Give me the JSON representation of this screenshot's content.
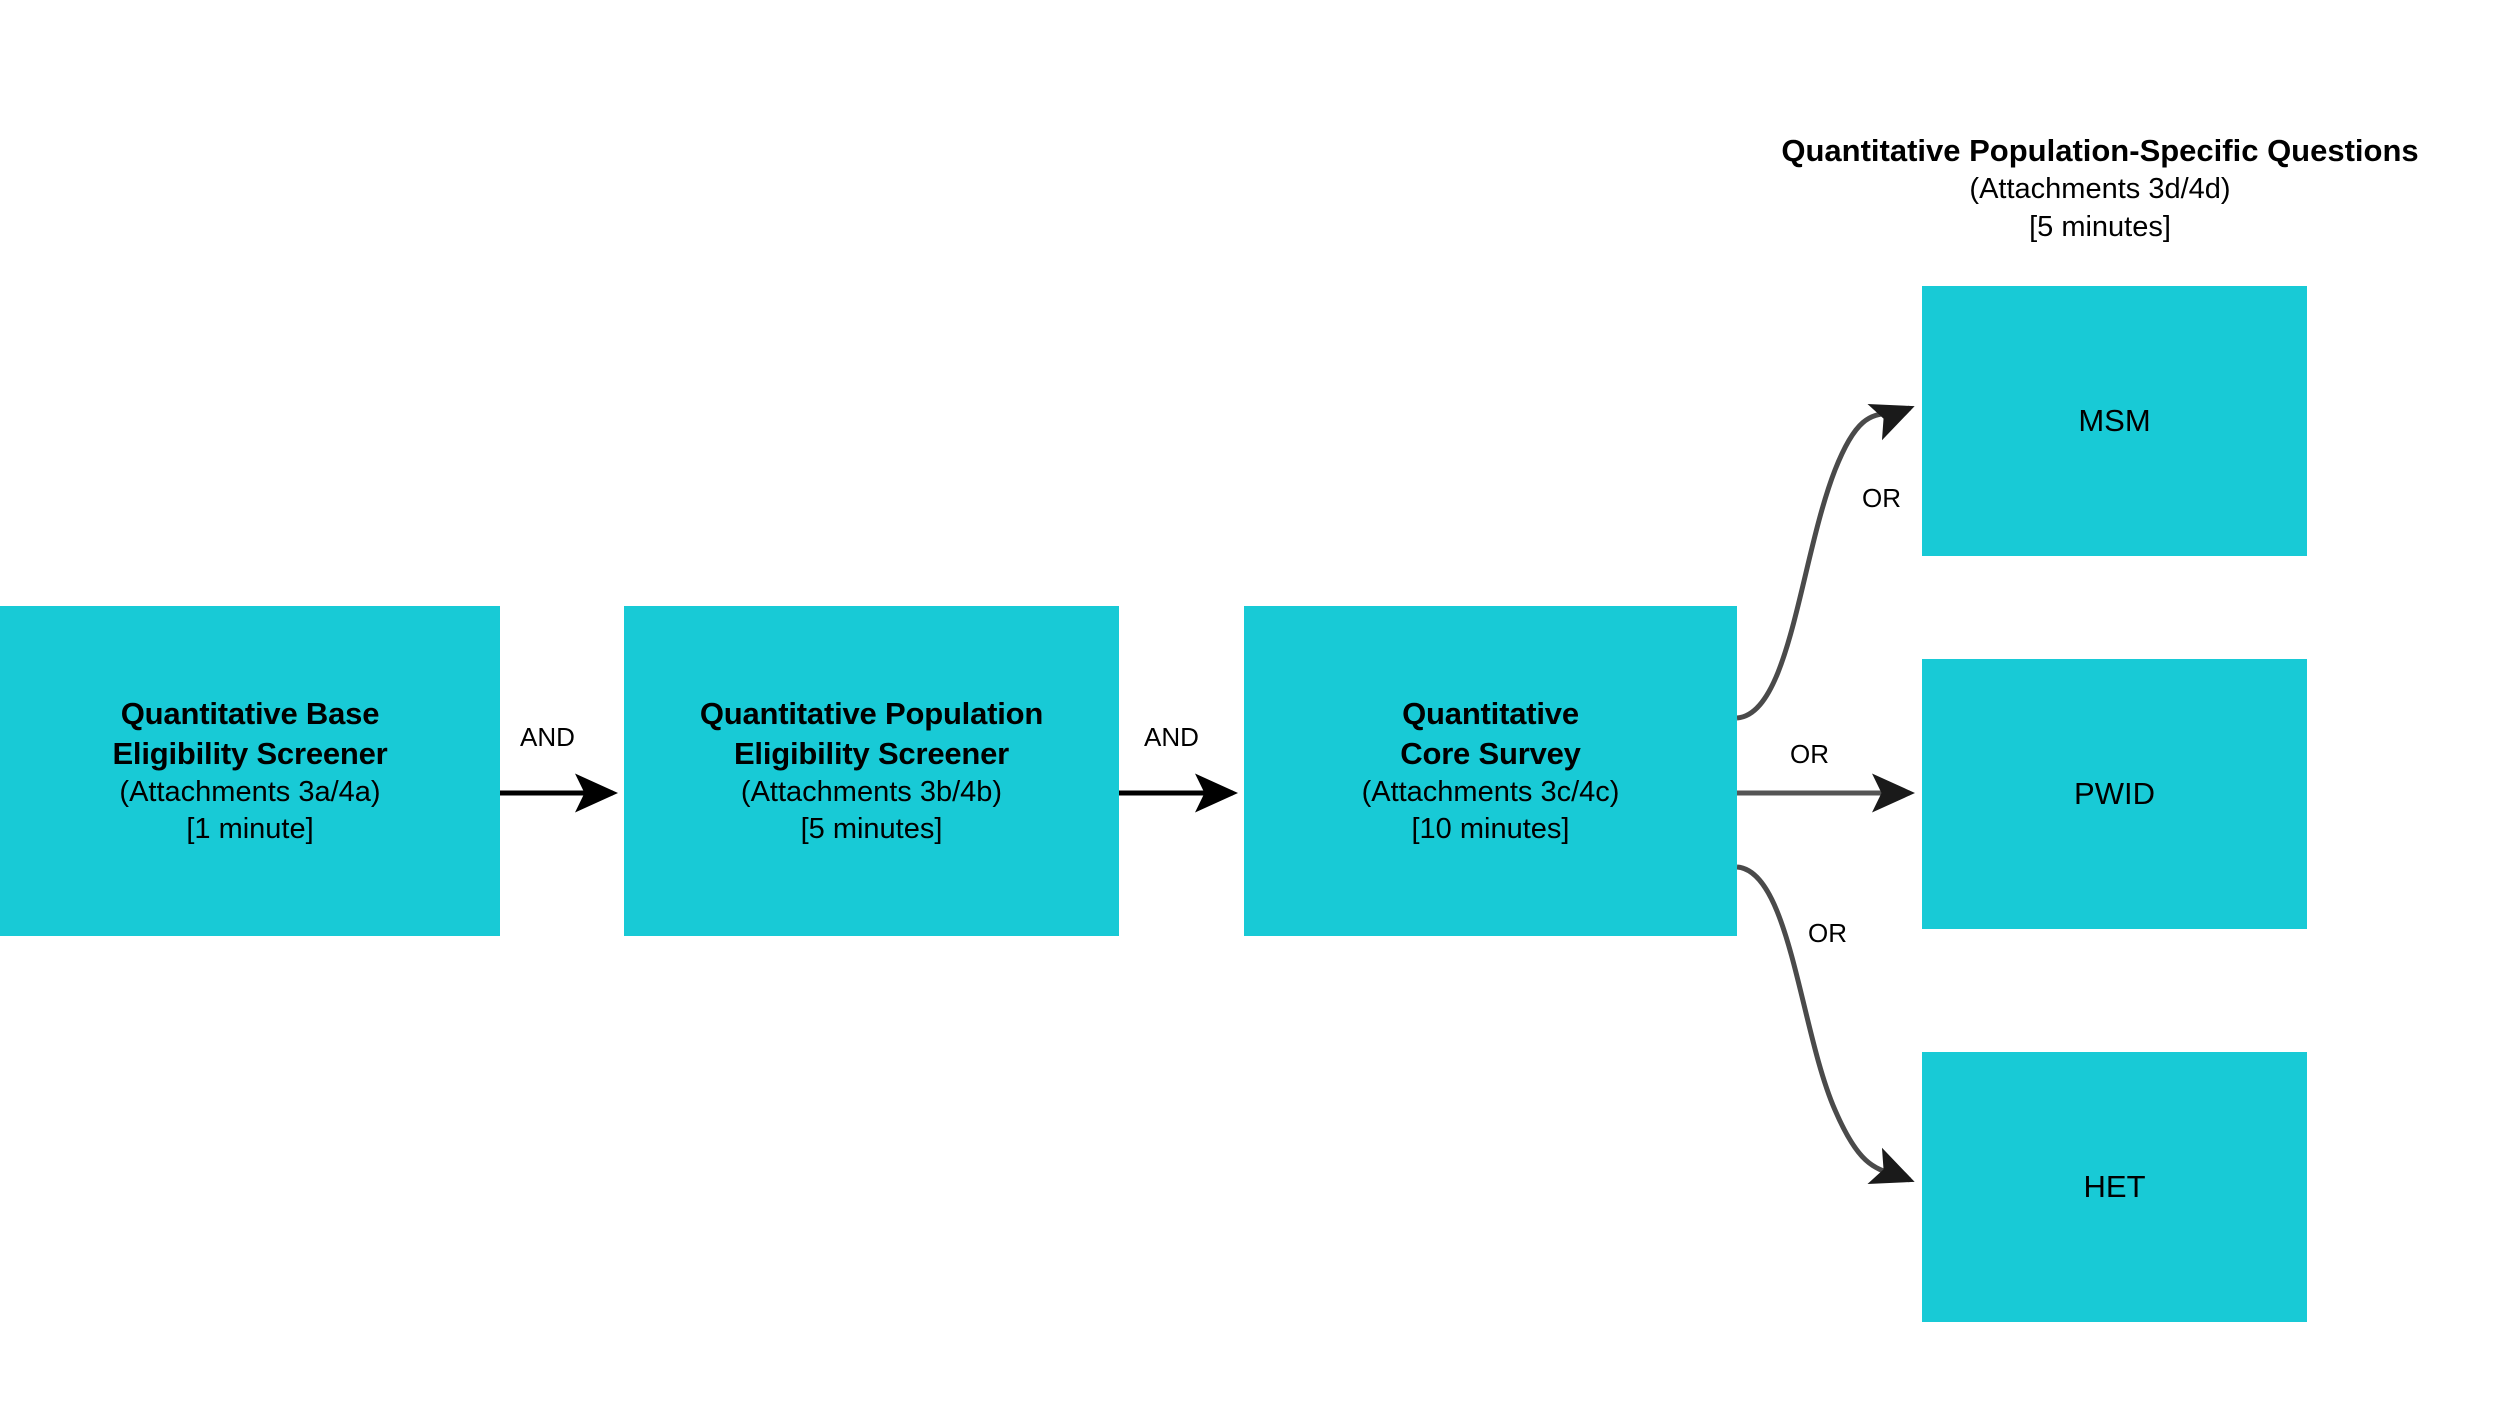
{
  "diagram": {
    "title_caption": {
      "line1": "Quantitative Population-Specific Questions",
      "line2": "(Attachments 3d/4d)",
      "line3": "[5 minutes]"
    },
    "colors": {
      "node_fill": "#18CAD6",
      "text": "#000000",
      "connector": "#000000",
      "connector_curve": "#404040",
      "background": "#FFFFFF"
    },
    "nodes": [
      {
        "id": "base-screener",
        "title_line1": "Quantitative Base",
        "title_line2": "Eligibility Screener",
        "attachments": "(Attachments 3a/4a)",
        "duration": "[1 minute]"
      },
      {
        "id": "population-screener",
        "title_line1": "Quantitative Population",
        "title_line2": "Eligibility Screener",
        "attachments": "(Attachments 3b/4b)",
        "duration": "[5 minutes]"
      },
      {
        "id": "core-survey",
        "title_line1": "Quantitative",
        "title_line2": "Core Survey",
        "attachments": "(Attachments 3c/4c)",
        "duration": "[10 minutes]"
      }
    ],
    "population_nodes": [
      {
        "id": "msm",
        "label": "MSM"
      },
      {
        "id": "pwid",
        "label": "PWID"
      },
      {
        "id": "het",
        "label": "HET"
      }
    ],
    "connectors": [
      {
        "id": "base-to-population",
        "label": "AND",
        "style": "straight"
      },
      {
        "id": "population-to-core",
        "label": "AND",
        "style": "straight"
      },
      {
        "id": "core-to-msm",
        "label": "OR",
        "style": "curved-up"
      },
      {
        "id": "core-to-pwid",
        "label": "OR",
        "style": "straight"
      },
      {
        "id": "core-to-het",
        "label": "OR",
        "style": "curved-down"
      }
    ]
  }
}
